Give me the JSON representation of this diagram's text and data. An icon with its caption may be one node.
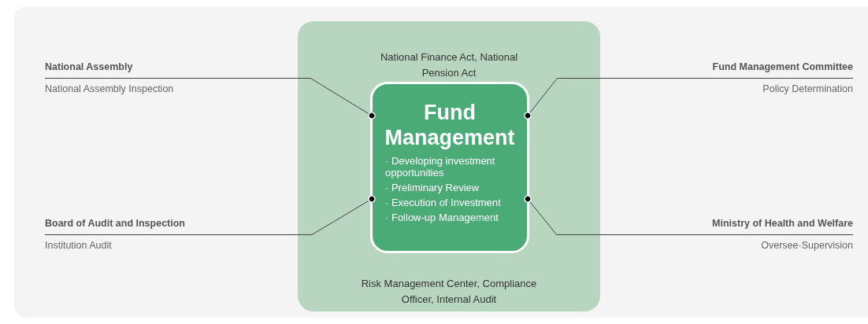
{
  "diagram": {
    "nodes": [
      {
        "text": [
          "National Finance Act, National Pension Act",
          "Risk Management Center, Compliance Officer, Internal Audit"
        ]
      },
      {
        "text": [
          "Fund Management",
          "· Developing investment opportunities",
          "· Preliminary Review",
          "· Execution of Investment",
          "· Follow-up Management"
        ],
        "in": 0
      },
      {
        "text": [
          "National Assembly",
          "National Assembly Inspection"
        ]
      },
      {
        "text": [
          "Fund Management Committee",
          "Policy Determination"
        ]
      },
      {
        "text": [
          "Board of Audit and Inspection",
          "Institution Audit"
        ]
      },
      {
        "text": [
          "Ministry of Health and Welfare",
          "Oversee·Supervision"
        ]
      }
    ],
    "edges": [
      {
        "from": 2,
        "to": 1,
        "arrow": "other"
      },
      {
        "from": 3,
        "to": 1,
        "arrow": "other"
      },
      {
        "from": 4,
        "to": 1,
        "arrow": "other"
      },
      {
        "from": 5,
        "to": 1,
        "arrow": "other"
      }
    ]
  }
}
